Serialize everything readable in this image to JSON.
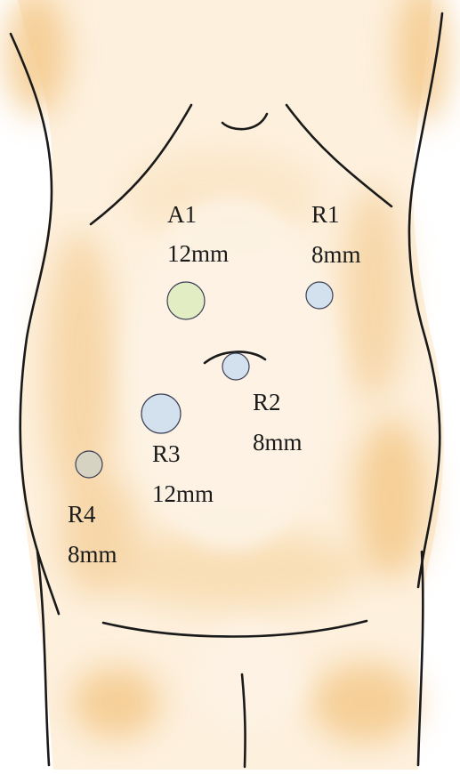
{
  "figure": {
    "ports": [
      {
        "id": "A1",
        "label": "A1",
        "size": "12mm",
        "color": "#e3edc4"
      },
      {
        "id": "R1",
        "label": "R1",
        "size": "8mm",
        "color": "#d3e0ee"
      },
      {
        "id": "R2",
        "label": "R2",
        "size": "8mm",
        "color": "#d3e0ee"
      },
      {
        "id": "R3",
        "label": "R3",
        "size": "12mm",
        "color": "#d3e0ee"
      },
      {
        "id": "R4",
        "label": "R4",
        "size": "8mm",
        "color": "#d7d3c2"
      }
    ],
    "colors": {
      "skin": "#fdf0dd",
      "shading": "#f4c98a",
      "outline": "#1a1a1a"
    }
  }
}
